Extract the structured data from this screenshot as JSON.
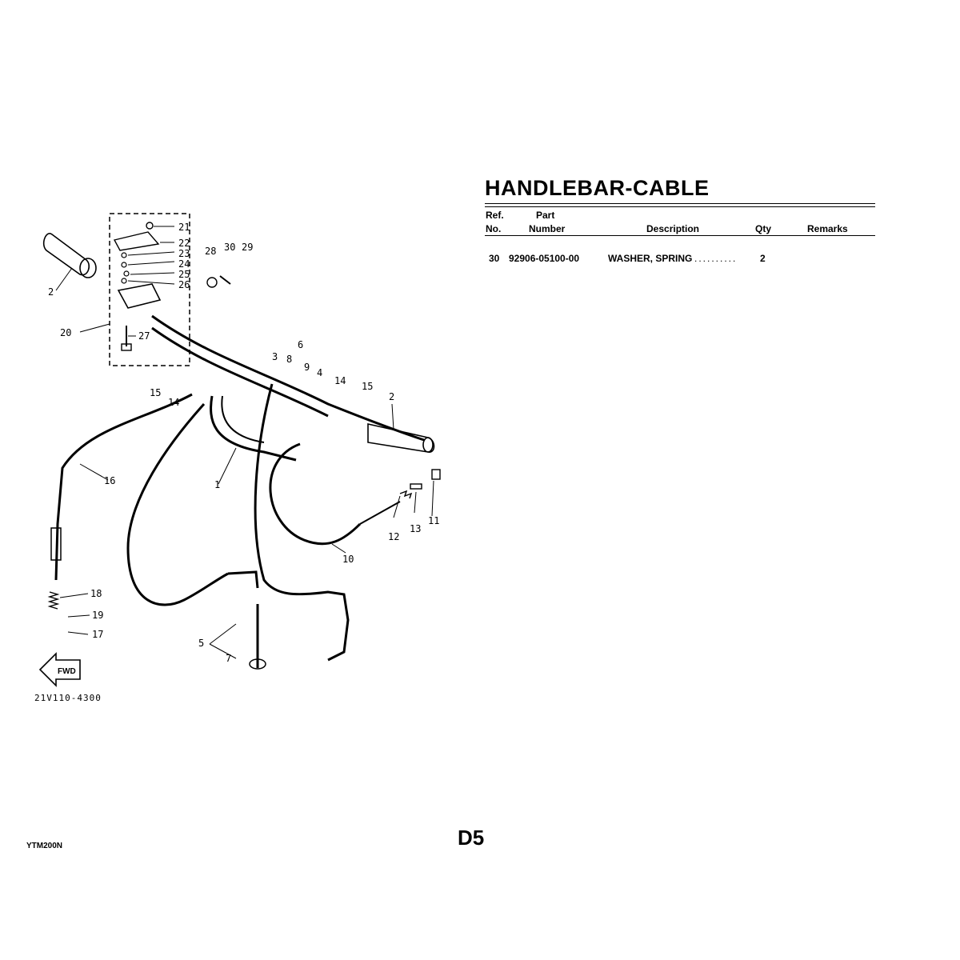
{
  "diagram": {
    "callouts": [
      "1",
      "2",
      "2",
      "3",
      "4",
      "5",
      "6",
      "7",
      "8",
      "9",
      "10",
      "11",
      "12",
      "13",
      "14",
      "14",
      "15",
      "15",
      "16",
      "17",
      "18",
      "19",
      "20",
      "21",
      "22",
      "23",
      "24",
      "25",
      "26",
      "27",
      "28",
      "29",
      "30"
    ],
    "fwd_label": "FWD",
    "drawing_code": "21V110-4300"
  },
  "header": {
    "title": "HANDLEBAR-CABLE",
    "columns": {
      "ref_line1": "Ref.",
      "ref_line2": "No.",
      "part_line1": "Part",
      "part_line2": "Number",
      "description": "Description",
      "qty": "Qty",
      "remarks": "Remarks"
    }
  },
  "parts": [
    {
      "ref": "30",
      "part_number": "92906-05100-00",
      "description": "WASHER, SPRING",
      "leader": "..........",
      "qty": "2",
      "remarks": ""
    }
  ],
  "footer": {
    "page": "D5",
    "model": "YTM200N"
  }
}
